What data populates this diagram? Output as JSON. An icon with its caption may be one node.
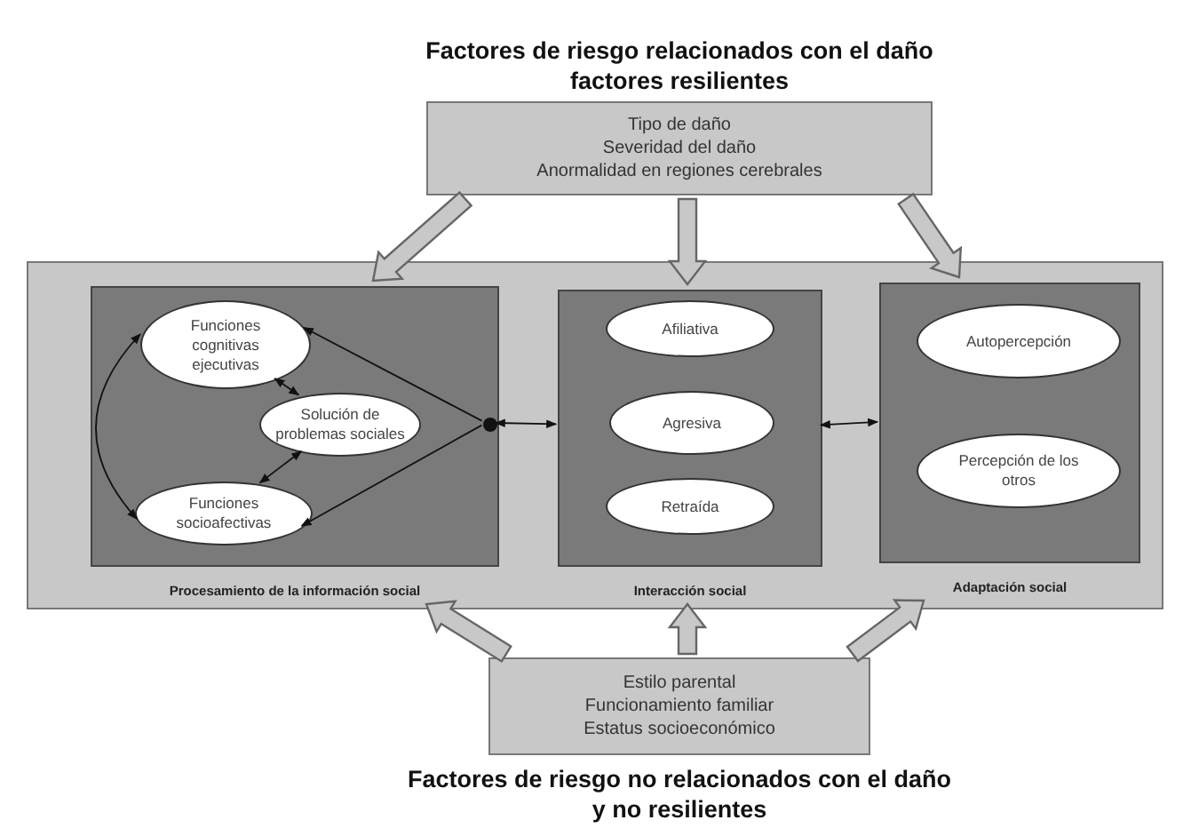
{
  "diagram": {
    "nodes": [
      {
        "text": [
          "Factores de riesgo relacionados con el daño factores resilientes",
          "Tipo de daño",
          "Severidad del daño",
          "Anormalidad en regiones cerebrales"
        ]
      },
      {
        "text": [],
        "shape": "box"
      },
      {
        "text": [
          "Procesamiento de la información social"
        ],
        "in": 1
      },
      {
        "text": [
          "Funciones cognitivas ejecutivas"
        ],
        "in": 2
      },
      {
        "text": [
          "Solución de problemas sociales"
        ],
        "in": 2
      },
      {
        "text": [
          "Funciones socioafectivas"
        ],
        "in": 2
      },
      {
        "text": [],
        "shape": "circle",
        "in": 2
      },
      {
        "text": [
          "Interacción social"
        ],
        "in": 1
      },
      {
        "text": [
          "Afiliativa"
        ],
        "in": 7
      },
      {
        "text": [
          "Agresiva"
        ],
        "in": 7
      },
      {
        "text": [
          "Retraída"
        ],
        "in": 7
      },
      {
        "text": [
          "Adaptación social"
        ],
        "in": 1
      },
      {
        "text": [
          "Autopercepción"
        ],
        "in": 11
      },
      {
        "text": [
          "Percepción de los otros"
        ],
        "in": 11
      },
      {
        "text": [
          "Estilo parental",
          "Funcionamiento familiar",
          "Estatus socioeconómico",
          "Factores de riesgo no relacionados con el daño y no resilientes"
        ]
      }
    ],
    "edges": [
      {
        "from": 3,
        "to": 4,
        "arrow": "both"
      },
      {
        "from": 4,
        "to": 5,
        "arrow": "both"
      },
      {
        "from": 3,
        "to": 5,
        "arrow": "both"
      },
      {
        "from": 6,
        "to": 3,
        "arrow": "to"
      },
      {
        "from": 6,
        "to": 5,
        "arrow": "to"
      },
      {
        "from": 6,
        "to": 7,
        "arrow": "both"
      },
      {
        "from": 7,
        "to": 11,
        "arrow": "both"
      },
      {
        "from": 0,
        "to": 2,
        "arrow": "to",
        "style": "thick",
        "color": "#c8c8c8"
      },
      {
        "from": 0,
        "to": 7,
        "arrow": "to",
        "style": "thick",
        "color": "#c8c8c8"
      },
      {
        "from": 0,
        "to": 11,
        "arrow": "to",
        "style": "thick",
        "color": "#c8c8c8"
      },
      {
        "from": 14,
        "to": 2,
        "arrow": "to",
        "style": "thick",
        "color": "#c8c8c8"
      },
      {
        "from": 14,
        "to": 7,
        "arrow": "to",
        "style": "thick",
        "color": "#c8c8c8"
      },
      {
        "from": 14,
        "to": 11,
        "arrow": "to",
        "style": "thick",
        "color": "#c8c8c8"
      }
    ]
  }
}
